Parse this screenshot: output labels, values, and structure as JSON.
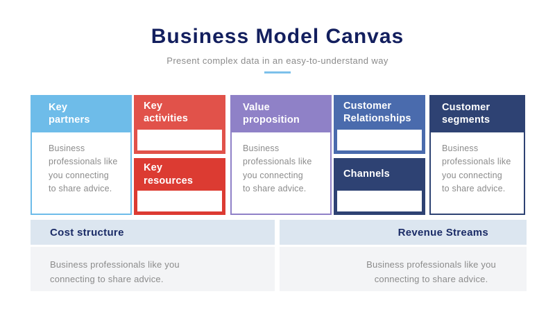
{
  "header": {
    "title": "Business Model Canvas",
    "subtitle": "Present complex data in an easy-to-understand way"
  },
  "blocks": {
    "key_partners": {
      "title": "Key\npartners",
      "body": "Business\nprofessionals like\nyou connecting\nto share advice.",
      "color": "#6EBCE9"
    },
    "key_activities": {
      "title": "Key\nactivities",
      "color": "#E1524A"
    },
    "key_resources": {
      "title": "Key\nresources",
      "color": "#DC3B32"
    },
    "value_proposition": {
      "title": "Value\nproposition",
      "body": "Business\nprofessionals like\nyou connecting\nto share advice.",
      "color": "#8F81C7"
    },
    "customer_relationships": {
      "title": "Customer\nRelationships",
      "color": "#4A6BAD"
    },
    "channels": {
      "title": "Channels",
      "color": "#2E4273"
    },
    "customer_segments": {
      "title": "Customer\nsegments",
      "body": "Business\nprofessionals like\nyou connecting\nto share advice.",
      "color": "#2E4273"
    }
  },
  "bottom_row": {
    "cost_structure": {
      "title": "Cost structure",
      "body": "Business professionals like you\nconnecting to share advice."
    },
    "revenue_streams": {
      "title": "Revenue Streams",
      "body": "Business professionals like you\nconnecting to share advice."
    }
  },
  "colors": {
    "accent_underline": "#7CC0EA",
    "heading_navy": "#131F5E",
    "panel_title_navy": "#1A2B66",
    "body_gray": "#8B8B8B",
    "band_bg": "#DCE6F0",
    "panel_bg": "#F3F4F6"
  }
}
